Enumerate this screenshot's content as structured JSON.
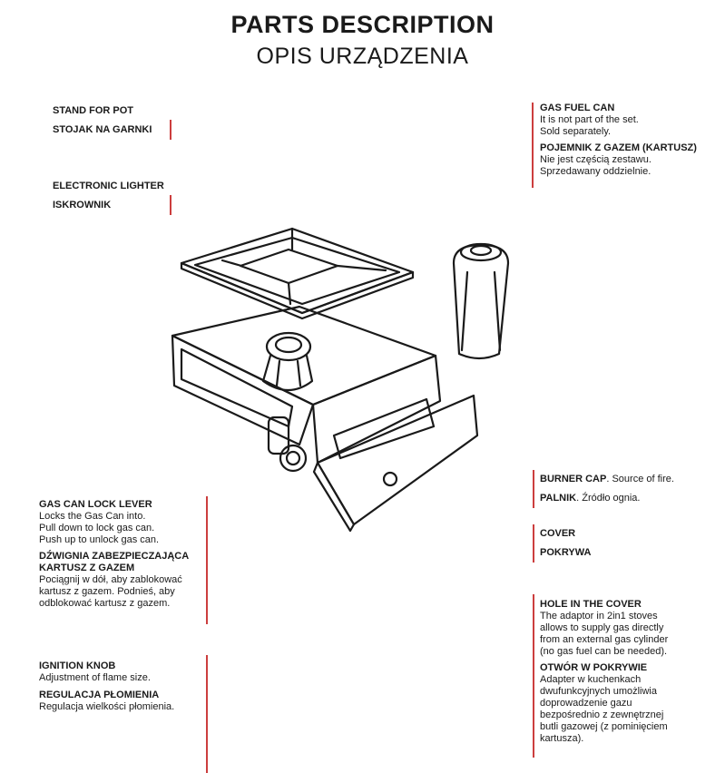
{
  "header": {
    "title": "PARTS DESCRIPTION",
    "subtitle": "OPIS URZĄDZENIA"
  },
  "labels": {
    "stand": {
      "en": "STAND FOR POT",
      "pl": "STOJAK NA GARNKI"
    },
    "lighter": {
      "en": "ELECTRONIC LIGHTER",
      "pl": "ISKROWNIK"
    },
    "gas_can": {
      "en": "GAS FUEL CAN",
      "en_desc_1": "It is not part of the set.",
      "en_desc_2": "Sold separately.",
      "pl": "POJEMNIK Z GAZEM (KARTUSZ)",
      "pl_desc_1": "Nie jest częścią zestawu.",
      "pl_desc_2": "Sprzedawany oddzielnie."
    },
    "burner_cap": {
      "en": "BURNER CAP",
      "en_desc": ". Source of fire.",
      "pl": "PALNIK",
      "pl_desc": ". Źródło ognia."
    },
    "cover": {
      "en": "COVER",
      "pl": "POKRYWA"
    },
    "lock_lever": {
      "en": "GAS CAN LOCK LEVER",
      "en_desc_1": "Locks the Gas Can into.",
      "en_desc_2": "Pull down to lock gas can.",
      "en_desc_3": "Push up to unlock gas can.",
      "pl_1": "DŹWIGNIA ZABEZPIECZAJĄCA",
      "pl_2": "KARTUSZ Z GAZEM",
      "pl_desc_1": "Pociągnij w dół, aby zablokować",
      "pl_desc_2": "kartusz z gazem. Podnieś, aby",
      "pl_desc_3": "odblokować kartusz z gazem."
    },
    "hole": {
      "en": "HOLE IN THE COVER",
      "en_desc_1": "The adaptor in 2in1 stoves",
      "en_desc_2": "allows to supply gas directly",
      "en_desc_3": "from an external gas cylinder",
      "en_desc_4": "(no gas fuel can be needed).",
      "pl": "OTWÓR W POKRYWIE",
      "pl_desc_1": "Adapter w kuchenkach",
      "pl_desc_2": "dwufunkcyjnych umożliwia",
      "pl_desc_3": "doprowadzenie gazu",
      "pl_desc_4": "bezpośrednio z zewnętrznej",
      "pl_desc_5": "butli gazowej (z pominięciem",
      "pl_desc_6": "kartusza)."
    },
    "ignition": {
      "en": "IGNITION KNOB",
      "en_desc": "Adjustment of flame size.",
      "pl": "REGULACJA PŁOMIENIA",
      "pl_desc": "Regulacja wielkości płomienia."
    }
  },
  "colors": {
    "leader": "#c62828",
    "ink": "#1a1a1a"
  }
}
